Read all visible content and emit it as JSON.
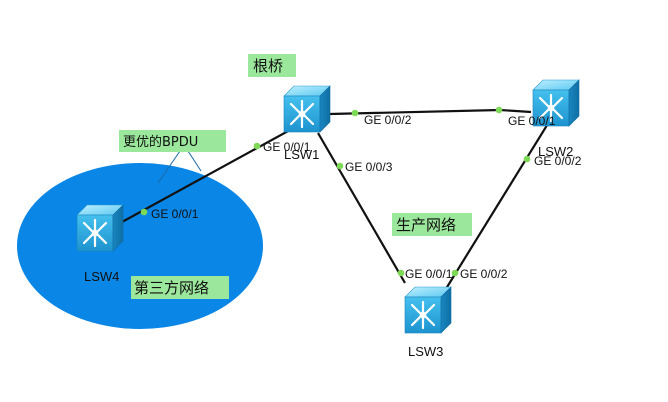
{
  "colors": {
    "third_party_area": "#0a86e6",
    "tag_bg": "#9be79b",
    "link": "#111111",
    "port_dot": "#7ed957",
    "switch_body": "#39b8ea"
  },
  "labels": {
    "root_bridge": "根桥",
    "better_bpdu": "更优的BPDU",
    "production_network": "生产网络",
    "third_party_network": "第三方网络"
  },
  "devices": {
    "lsw1": {
      "name": "LSW1",
      "icon": "switch-icon"
    },
    "lsw2": {
      "name": "LSW2",
      "icon": "switch-icon"
    },
    "lsw3": {
      "name": "LSW3",
      "icon": "switch-icon"
    },
    "lsw4": {
      "name": "LSW4",
      "icon": "switch-icon"
    }
  },
  "ports": {
    "lsw1_ge001": "GE 0/0/1",
    "lsw1_ge002": "GE 0/0/2",
    "lsw1_ge003": "GE 0/0/3",
    "lsw2_ge001": "GE 0/0/1",
    "lsw2_ge002": "GE 0/0/2",
    "lsw3_ge001": "GE 0/0/1",
    "lsw3_ge002": "GE 0/0/2",
    "lsw4_ge001": "GE 0/0/1"
  },
  "links": [
    {
      "from": "LSW1",
      "from_port": "GE 0/0/2",
      "to": "LSW2",
      "to_port": "GE 0/0/1"
    },
    {
      "from": "LSW1",
      "from_port": "GE 0/0/3",
      "to": "LSW3",
      "to_port": "GE 0/0/1"
    },
    {
      "from": "LSW2",
      "from_port": "GE 0/0/2",
      "to": "LSW3",
      "to_port": "GE 0/0/2"
    },
    {
      "from": "LSW1",
      "from_port": "GE 0/0/1",
      "to": "LSW4",
      "to_port": "GE 0/0/1"
    }
  ]
}
